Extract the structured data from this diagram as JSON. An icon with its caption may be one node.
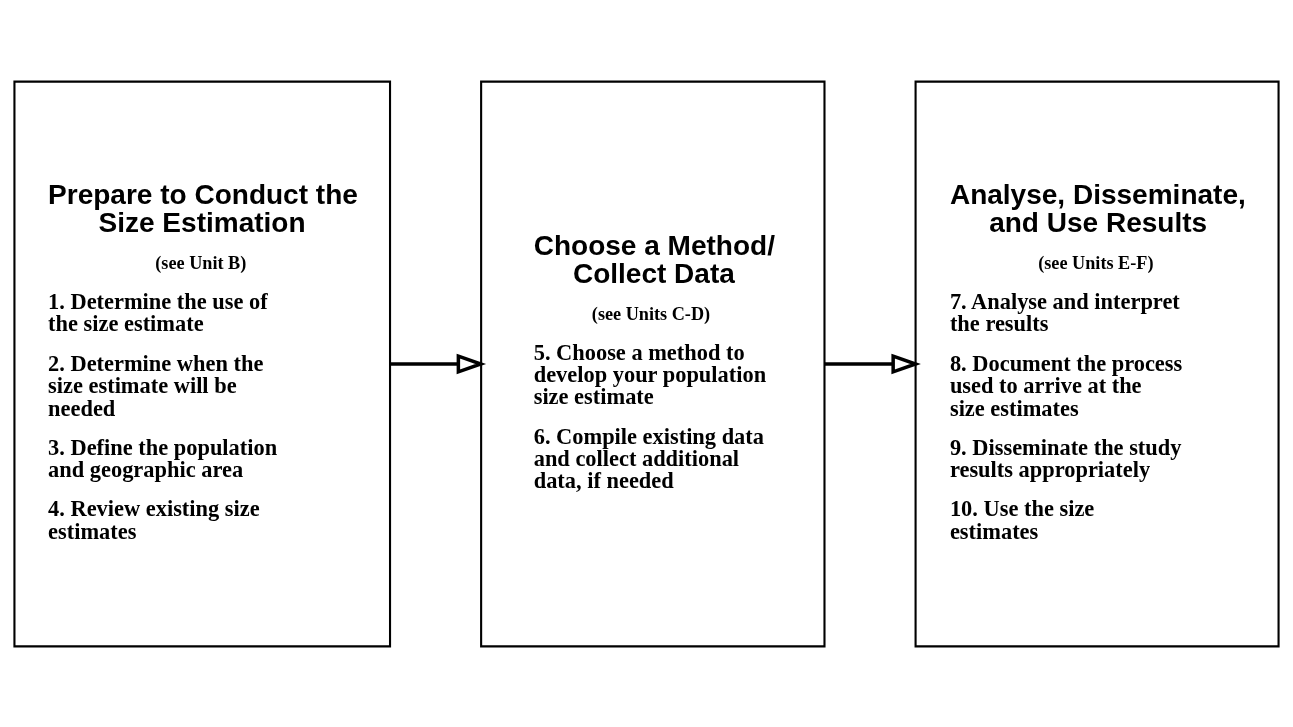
{
  "diagram": {
    "nodes": [
      {
        "text": [
          "Prepare to Conduct the Size Estimation",
          "(see Unit B)",
          "1. Determine the use of the size estimate",
          "2. Determine when the size estimate will be needed",
          "3. Define the population and geographic area",
          "4. Review existing size estimates"
        ]
      },
      {
        "text": [
          "Choose a Method/ Collect Data",
          "(see Units C-D)",
          "5. Choose a method to develop your population size estimate",
          "6. Compile existing data and collect additional data, if needed"
        ]
      },
      {
        "text": [
          "Analyse, Disseminate, and Use Results",
          "(see Units E-F)",
          "7. Analyse and interpret the results",
          "8. Document the process used to arrive at the size estimates",
          "9. Disseminate the study results appropriately",
          "10. Use the size estimates"
        ]
      }
    ],
    "edges": [
      {
        "from": 0,
        "to": 1,
        "arrow": "to"
      },
      {
        "from": 1,
        "to": 2,
        "arrow": "to"
      }
    ]
  }
}
